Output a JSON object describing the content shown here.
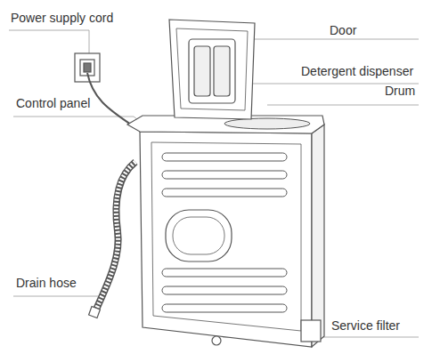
{
  "diagram": {
    "labels": [
      "Power supply cord",
      "Door",
      "Detergent dispenser",
      "Drum",
      "Control panel",
      "Drain hose",
      "Service filter"
    ]
  }
}
